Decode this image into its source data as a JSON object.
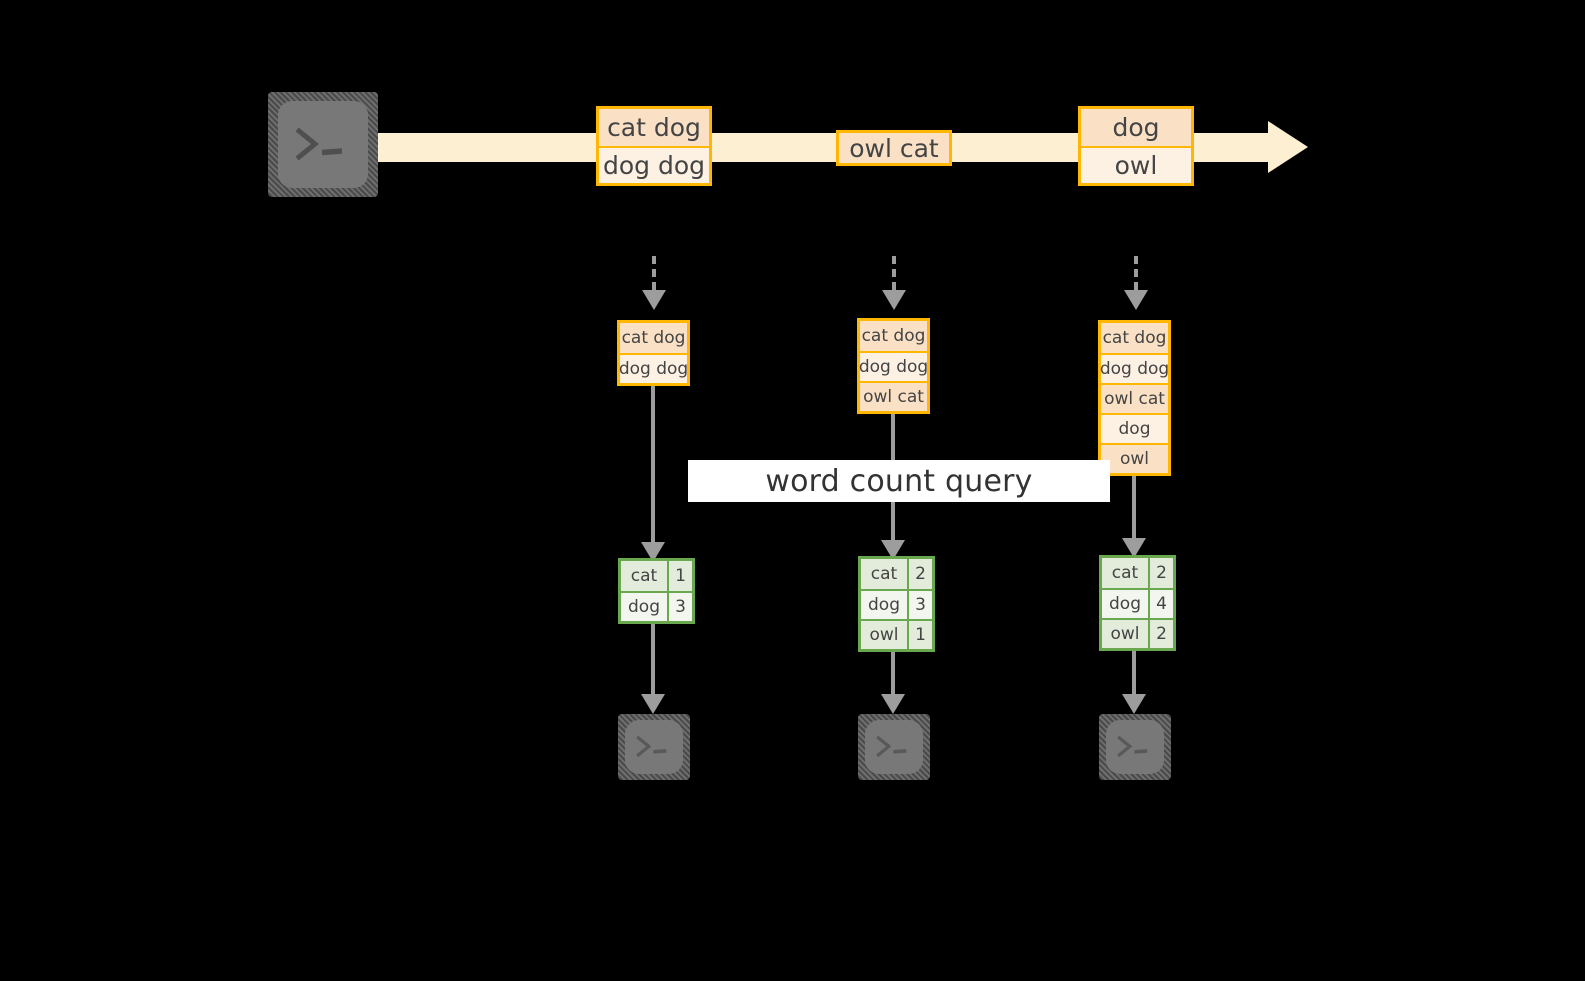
{
  "diagram": {
    "title_label": "word count query",
    "source_icon": "terminal-icon",
    "sink_icon": "terminal-icon",
    "colors": {
      "event_border": "#FFB703",
      "event_fill": "#FDF1E4",
      "event_fill_alt": "#FAE1C6",
      "stream_band": "#FDEFD2",
      "result_border": "#6AA84F",
      "result_fill": "#F2F6EF",
      "result_fill_alt": "#E3EBDB",
      "arrow": "#9D9D9D",
      "terminal": "#787878",
      "background": "#000000",
      "label_band": "#FFFFFF"
    },
    "stream": {
      "events": [
        {
          "lines": [
            "cat dog",
            "dog dog"
          ]
        },
        {
          "lines": [
            "owl cat"
          ]
        },
        {
          "lines": [
            "dog",
            "owl"
          ]
        }
      ]
    },
    "snapshots": [
      {
        "rows": [
          "cat dog",
          "dog dog"
        ]
      },
      {
        "rows": [
          "cat dog",
          "dog dog",
          "owl cat"
        ]
      },
      {
        "rows": [
          "cat dog",
          "dog dog",
          "owl cat",
          "dog",
          "owl"
        ]
      }
    ],
    "results": [
      {
        "rows": [
          {
            "word": "cat",
            "count": "1"
          },
          {
            "word": "dog",
            "count": "3"
          }
        ]
      },
      {
        "rows": [
          {
            "word": "cat",
            "count": "2"
          },
          {
            "word": "dog",
            "count": "3"
          },
          {
            "word": "owl",
            "count": "1"
          }
        ]
      },
      {
        "rows": [
          {
            "word": "cat",
            "count": "2"
          },
          {
            "word": "dog",
            "count": "4"
          },
          {
            "word": "owl",
            "count": "2"
          }
        ]
      }
    ]
  }
}
